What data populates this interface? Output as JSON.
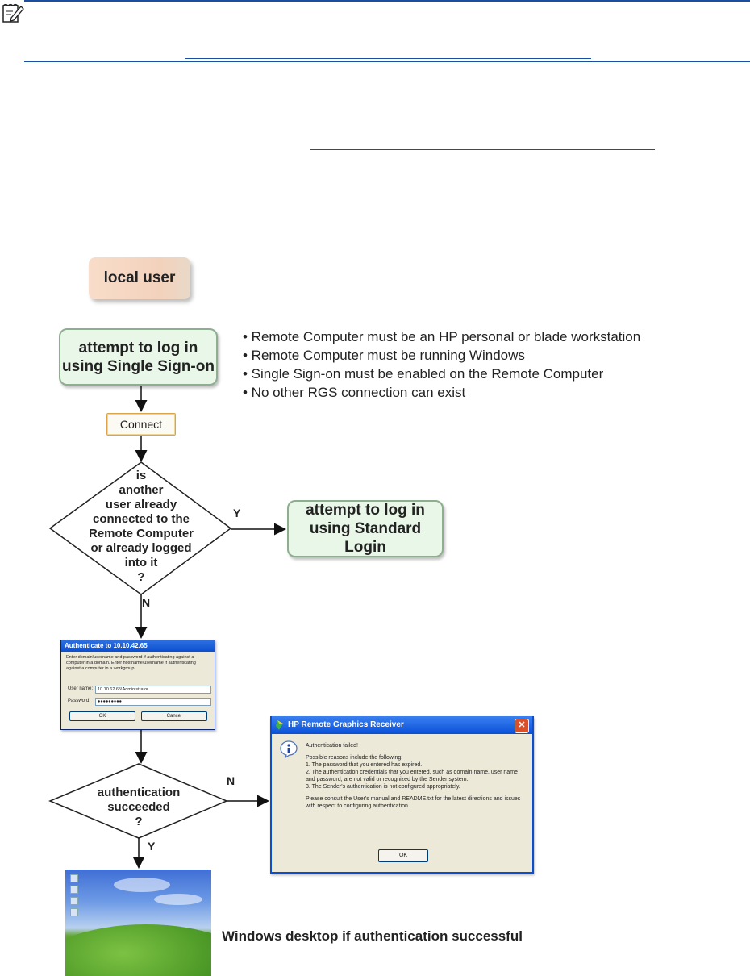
{
  "diagram": {
    "start_label": "local user",
    "step_single_signon": "attempt to log in\nusing Single Sign-on",
    "requirements": [
      "• Remote Computer must be an HP personal or blade workstation",
      "• Remote Computer must be running Windows",
      "• Single Sign-on must be enabled on the Remote Computer",
      "• No other RGS connection can exist"
    ],
    "connect_button": "Connect",
    "decision_1": "is\nanother\nuser already\nconnected to the\nRemote Computer\nor already logged\ninto it\n?",
    "decision_1_yes": "Y",
    "decision_1_no": "N",
    "step_standard_login": "attempt to log in\nusing Standard Login",
    "decision_2": "authentication\nsucceeded\n?",
    "decision_2_no": "N",
    "decision_2_yes": "Y",
    "desktop_caption": "Windows desktop if authentication successful"
  },
  "auth_dialog": {
    "title": "Authenticate to 10.10.42.65",
    "description": "Enter domain\\username and password if authenticating against a computer in a domain. Enter hostname\\username if authenticating against a computer in a workgroup.",
    "user_label": "User name:",
    "user_value": "10.10.62.65\\Administrator",
    "password_label": "Password:",
    "password_value": "●●●●●●●●●",
    "ok": "OK",
    "cancel": "Cancel"
  },
  "fail_dialog": {
    "title": "HP Remote Graphics Receiver",
    "heading": "Authentication failed!",
    "reasons_intro": "Possible reasons include the following:",
    "reason_1": "1. The password that you entered has expired.",
    "reason_2": "2. The authentication credentials that you entered, such as domain name, user name and password, are not valid or recognized by the Sender system.",
    "reason_3": "3. The Sender's authentication is not configured appropriately.",
    "consult": "Please consult the User's manual and README.txt for the latest directions and issues with respect to configuring authentication.",
    "ok": "OK",
    "close_glyph": "✕"
  },
  "colors": {
    "rule": "#1a4fa0",
    "green_box": "#e9f7e9",
    "local_user_box": "#f3d2bc"
  }
}
